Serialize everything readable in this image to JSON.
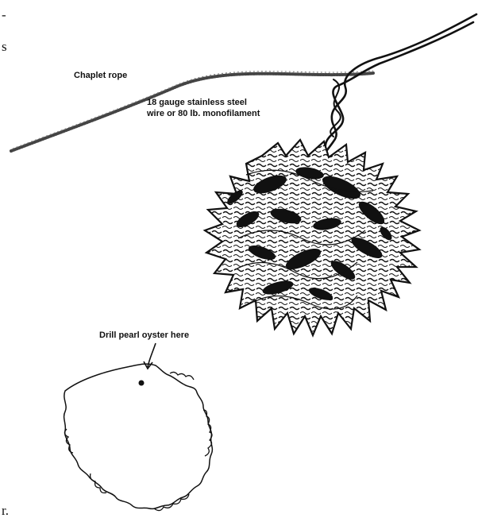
{
  "labels": {
    "chaplet_rope": "Chaplet rope",
    "wire_line1": "18 gauge stainless steel",
    "wire_line2": "wire or 80 lb. monofilament",
    "drill": "Drill pearl oyster here"
  },
  "edge_fragments": {
    "top": "-",
    "second": "s",
    "bottom": "r."
  },
  "icons": {
    "oyster": "spiky-pearl-oyster-illustration",
    "outline": "oyster-outline-illustration"
  },
  "colors": {
    "ink": "#111111",
    "background": "#ffffff"
  }
}
